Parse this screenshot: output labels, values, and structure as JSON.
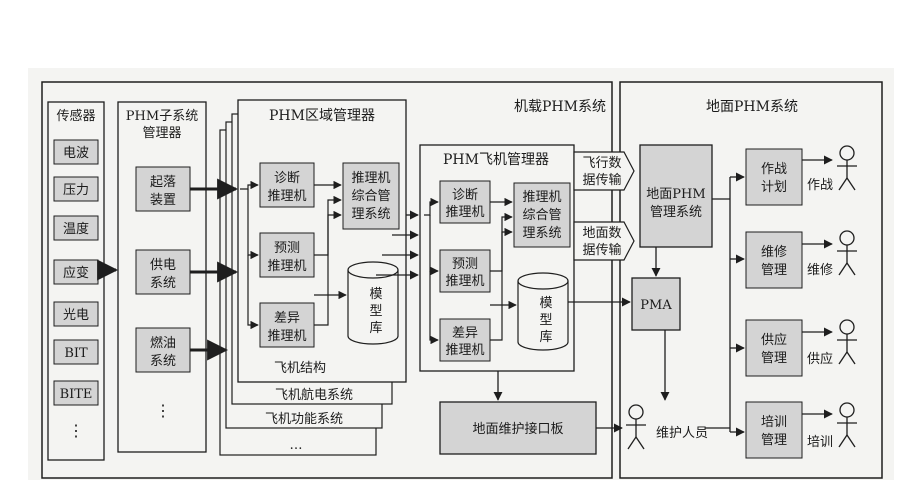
{
  "onboard_title": "机载PHM系统",
  "ground_title": "地面PHM系统",
  "sensors": {
    "header": "传感器",
    "items": [
      "电波",
      "压力",
      "温度",
      "应变",
      "光电",
      "BIT",
      "BITE"
    ],
    "more": "⋮"
  },
  "subsystem_manager": {
    "header_line1": "PHM子系统",
    "header_line2": "管理器",
    "items": [
      {
        "line1": "起落",
        "line2": "装置"
      },
      {
        "line1": "供电",
        "line2": "系统"
      },
      {
        "line1": "燃油",
        "line2": "系统"
      }
    ],
    "more": "⋮"
  },
  "area_manager": {
    "title": "PHM区域管理器",
    "engines": [
      {
        "line1": "诊断",
        "line2": "推理机"
      },
      {
        "line1": "预测",
        "line2": "推理机"
      },
      {
        "line1": "差异",
        "line2": "推理机"
      }
    ],
    "integrated": {
      "line1": "推理机",
      "line2": "综合管",
      "line3": "理系统"
    },
    "model_db": {
      "line1": "模",
      "line2": "型",
      "line3": "库"
    }
  },
  "stack_labels": {
    "structure": "飞机结构",
    "avionics": "飞机航电系统",
    "function": "飞机功能系统",
    "more": "…"
  },
  "aircraft_manager": {
    "title": "PHM飞机管理器",
    "engines": [
      {
        "line1": "诊断",
        "line2": "推理机"
      },
      {
        "line1": "预测",
        "line2": "推理机"
      },
      {
        "line1": "差异",
        "line2": "推理机"
      }
    ],
    "integrated": {
      "line1": "推理机",
      "line2": "综合管",
      "line3": "理系统"
    },
    "model_db": {
      "line1": "模",
      "line2": "型",
      "line3": "库"
    }
  },
  "transfer": {
    "flight": {
      "line1": "飞行数",
      "line2": "据传输"
    },
    "ground": {
      "line1": "地面数",
      "line2": "据传输"
    }
  },
  "ground_system": {
    "manager": {
      "line1": "地面PHM",
      "line2": "管理系统"
    },
    "pma": "PMA",
    "interface_board": "地面维护接口板",
    "maintainer": "维护人员",
    "functions": [
      {
        "line1": "作战",
        "line2": "计划",
        "actor": "作战"
      },
      {
        "line1": "维修",
        "line2": "管理",
        "actor": "维修"
      },
      {
        "line1": "供应",
        "line2": "管理",
        "actor": "供应"
      },
      {
        "line1": "培训",
        "line2": "管理",
        "actor": "培训"
      }
    ]
  },
  "colors": {
    "line": "#1e1e1e",
    "fill": "#d4d4d4",
    "paper": "#f4f4f2"
  }
}
